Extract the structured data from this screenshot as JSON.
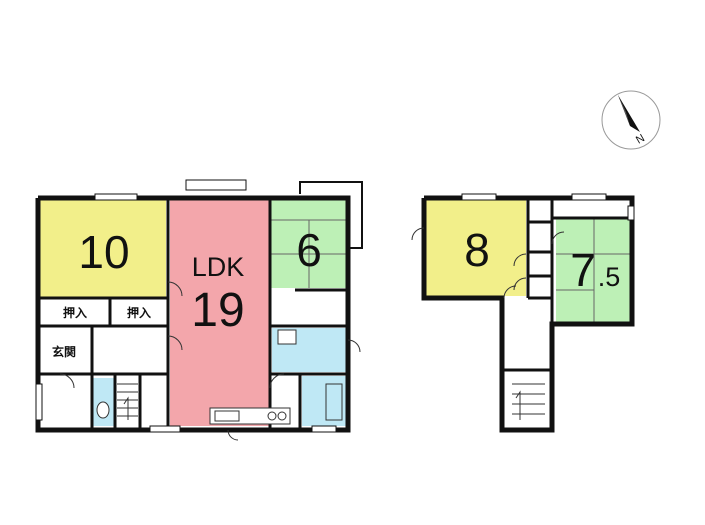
{
  "colors": {
    "wall": "#111111",
    "western_room": "#f2ef8a",
    "ldk": "#f3a6ab",
    "tatami": "#bdf0b6",
    "wet_area": "#bfe8f5",
    "floor": "#ffffff"
  },
  "floor1": {
    "room_western": {
      "label": "10"
    },
    "room_ldk": {
      "label": "LDK",
      "size": "19"
    },
    "room_tatami": {
      "label": "6"
    },
    "closet_left": {
      "label": "押入"
    },
    "closet_right": {
      "label": "押入"
    },
    "entrance": {
      "label": "玄関"
    }
  },
  "floor2": {
    "room_western": {
      "label": "8"
    },
    "room_tatami": {
      "label": "7",
      "label_decimal": ".5"
    }
  },
  "compass": {
    "north_label": "N",
    "icon": "compass-north-arrow-icon"
  }
}
